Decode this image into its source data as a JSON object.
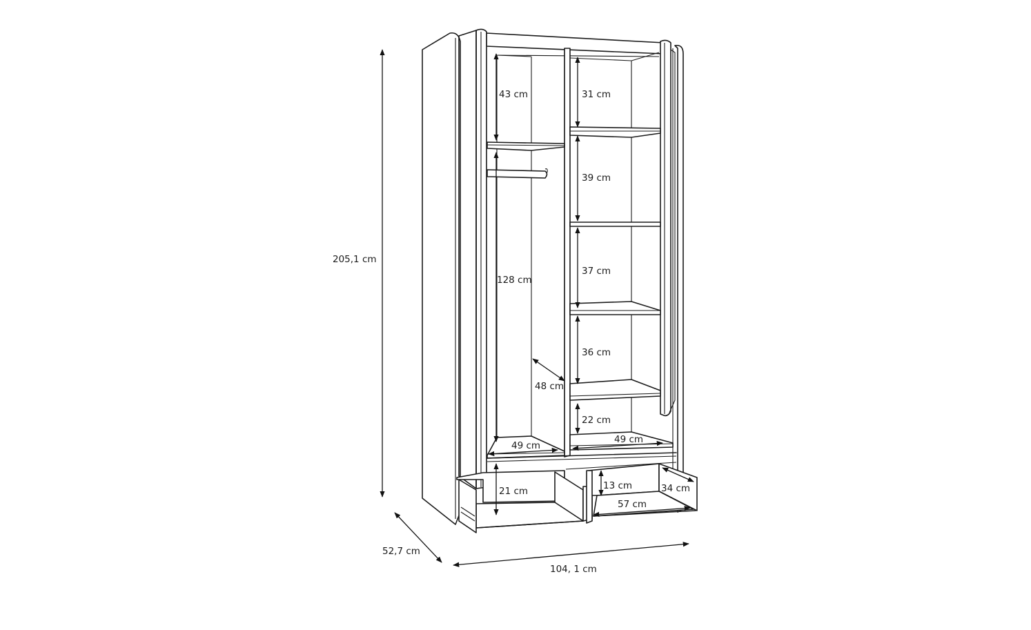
{
  "figure": {
    "subject": "Wardrobe with two open doors, shelves, hanging rail and two drawers",
    "line_color": "#1a1a1a",
    "background": "#ffffff"
  },
  "dimensions": {
    "overall_height": "205,1 cm",
    "overall_depth": "52,7 cm",
    "overall_width": "104, 1 cm"
  },
  "left_compartment": {
    "top_shelf_height": "43 cm",
    "hanging_height": "128 cm",
    "inner_depth": "48 cm",
    "bottom_width": "49 cm"
  },
  "right_compartment": {
    "shelf_heights": [
      "31 cm",
      "39 cm",
      "37 cm",
      "36 cm",
      "22 cm"
    ],
    "bottom_width": "49 cm"
  },
  "drawers": {
    "left_drawer_height": "21 cm",
    "right_drawer_height": "13 cm",
    "right_drawer_depth": "34 cm",
    "right_drawer_width": "57 cm"
  }
}
